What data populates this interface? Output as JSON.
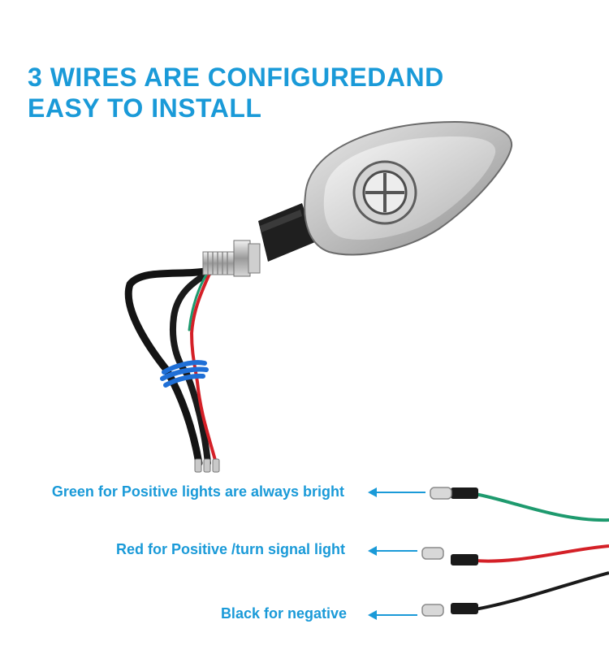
{
  "headline": {
    "line1": "3 WIRES ARE CONFIGUREDAND",
    "line2": "EASY TO INSTALL"
  },
  "wires": [
    {
      "label": "Green for Positive lights are always bright",
      "color": "#1e9a6e"
    },
    {
      "label": "Red for Positive /turn signal light",
      "color": "#d42027"
    },
    {
      "label": "Black for negative",
      "color": "#1a1a1a"
    }
  ],
  "accent_color": "#1a9ad8"
}
